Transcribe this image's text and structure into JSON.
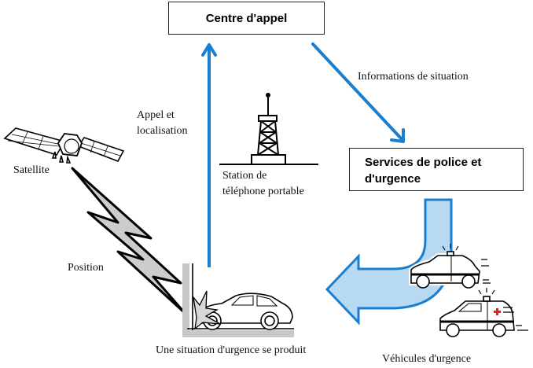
{
  "diagram": {
    "nodes": {
      "call_centre": "Centre d'appel",
      "services": [
        "Services de police et",
        "d'urgence"
      ]
    },
    "labels": {
      "info": "Informations de situation",
      "appel": [
        "Appel et",
        "localisation"
      ],
      "station": [
        "Station de",
        "téléphone portable"
      ],
      "satellite": "Satellite",
      "position": "Position",
      "urgence": "Une situation d'urgence se produit",
      "vehicules": "Véhicules d'urgence"
    },
    "colors": {
      "arrow_blue": "#1a7fd0",
      "arrow_fill": "#b7d9f2",
      "bolt_fill": "#cccccc",
      "wall_gray": "#c8c8c8",
      "cross_red": "#e02020"
    }
  }
}
